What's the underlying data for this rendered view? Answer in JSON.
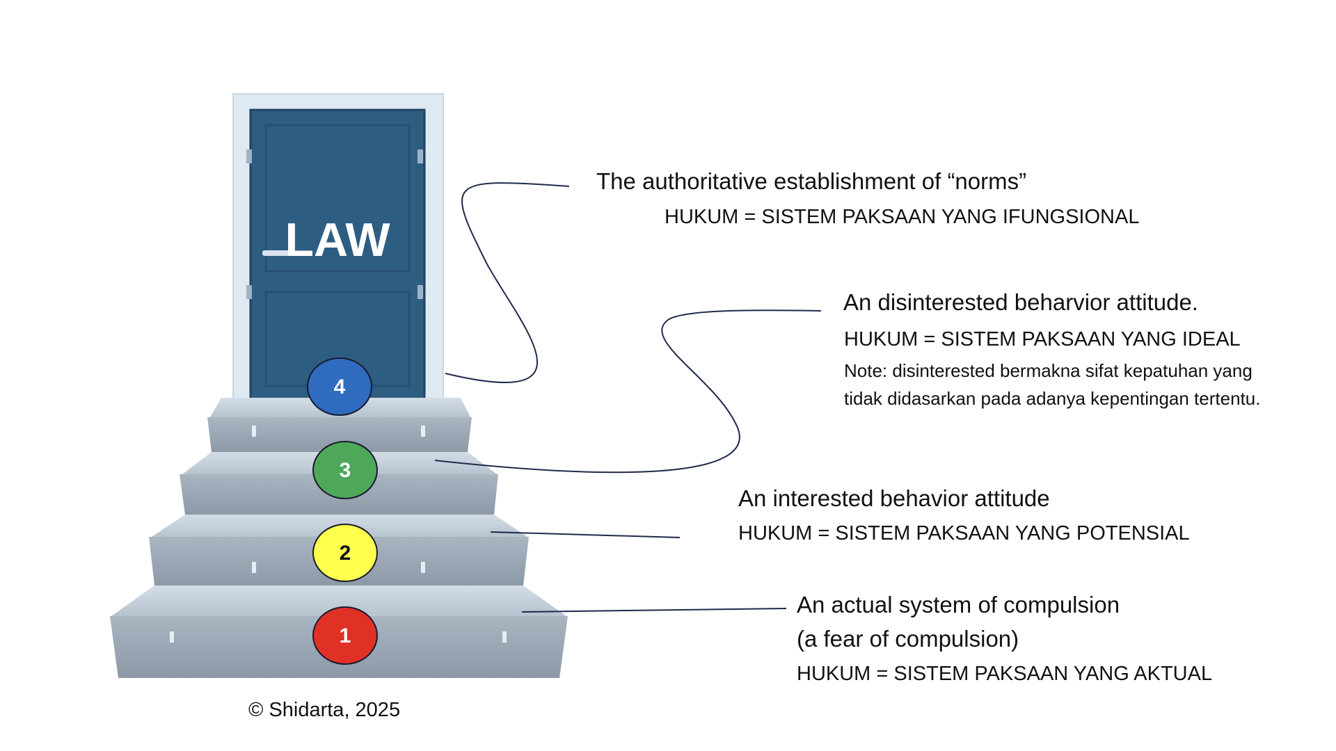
{
  "door": {
    "label": "LAW",
    "color": "#2e5d82",
    "frame_color": "#dfe9f2"
  },
  "steps": [
    {
      "number": "1",
      "color": "#e03127"
    },
    {
      "number": "2",
      "color": "#ffff4d"
    },
    {
      "number": "3",
      "color": "#4da85a"
    },
    {
      "number": "4",
      "color": "#2f6bbf"
    }
  ],
  "annotations": [
    {
      "step": "4",
      "heading": "The authoritative establishment of “norms”",
      "lines": [
        "HUKUM = SISTEM PAKSAAN YANG IFUNGSIONAL"
      ]
    },
    {
      "step": "3",
      "heading": "An disinterested beharvior attitude.",
      "lines": [
        "HUKUM = SISTEM PAKSAAN YANG IDEAL",
        "Note: disinterested bermakna sifat kepatuhan yang",
        "tidak didasarkan pada adanya kepentingan tertentu."
      ]
    },
    {
      "step": "2",
      "heading": "An interested behavior attitude",
      "lines": [
        "HUKUM = SISTEM PAKSAAN YANG POTENSIAL"
      ]
    },
    {
      "step": "1",
      "heading": "An actual system of compulsion",
      "lines": [
        "(a fear of compulsion)",
        "HUKUM = SISTEM PAKSAAN YANG AKTUAL"
      ]
    }
  ],
  "copyright": "© Shidarta, 2025",
  "connector_color": "#1e2a4a"
}
